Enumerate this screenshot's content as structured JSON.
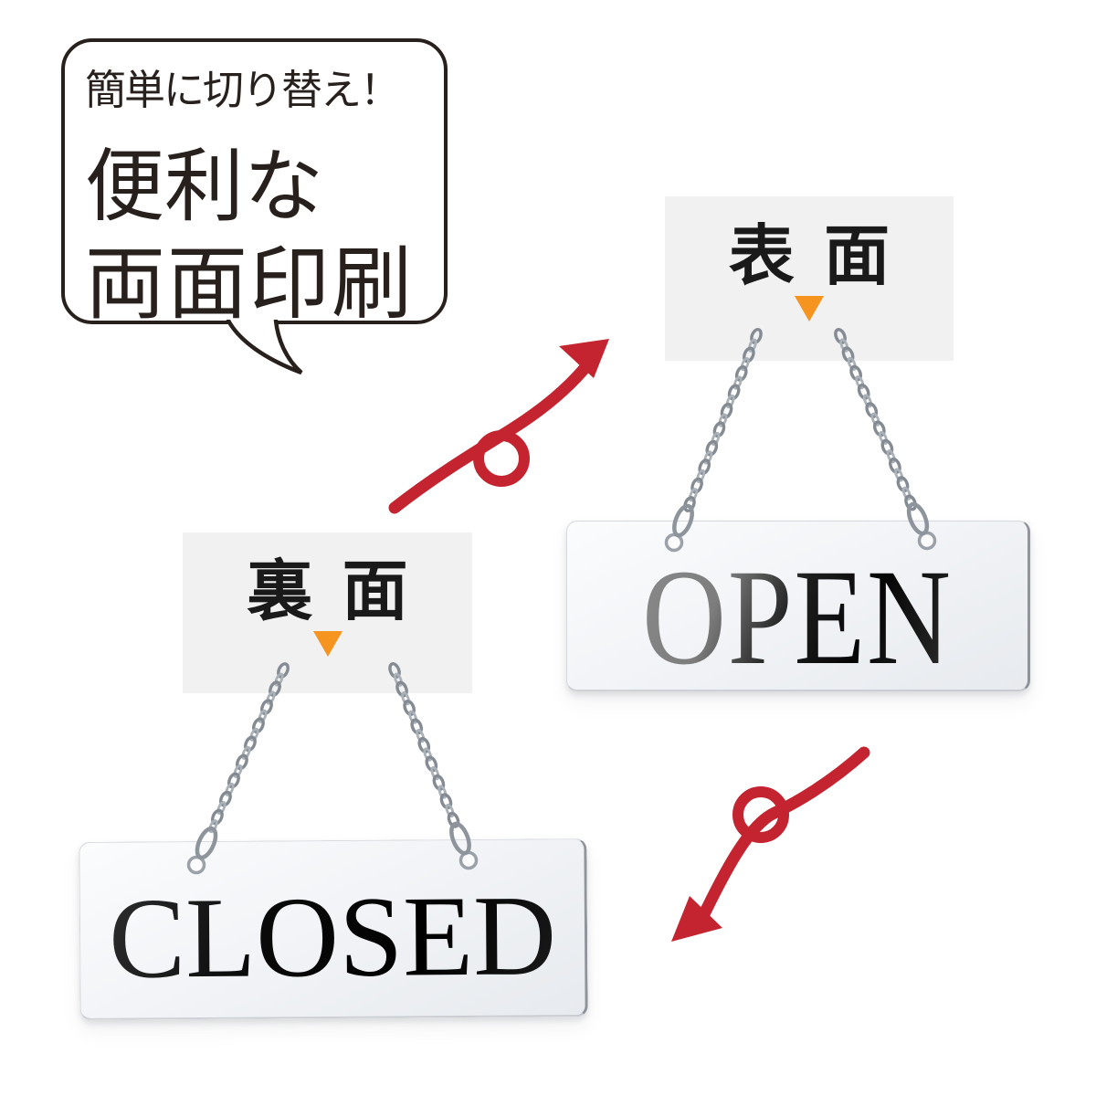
{
  "colors": {
    "red": "#c4242f",
    "orange": "#f5941f",
    "label-bg": "#f1f1f2",
    "ink": "#27201c",
    "plate-edge": "#565b64"
  },
  "bubble": {
    "line1": "簡単に切り替え！",
    "line2": "便利な",
    "line3": "両面印刷"
  },
  "front_label": {
    "text": "表面"
  },
  "back_label": {
    "text": "裏面"
  },
  "open_sign": {
    "text": "OPEN"
  },
  "closed_sign": {
    "text": "CLOSED"
  },
  "icons": {
    "front_pointer": "triangle-down",
    "back_pointer": "triangle-down",
    "flip_to_open": "curved-arrow-up-right",
    "flip_to_closed": "curved-arrow-down-left"
  }
}
